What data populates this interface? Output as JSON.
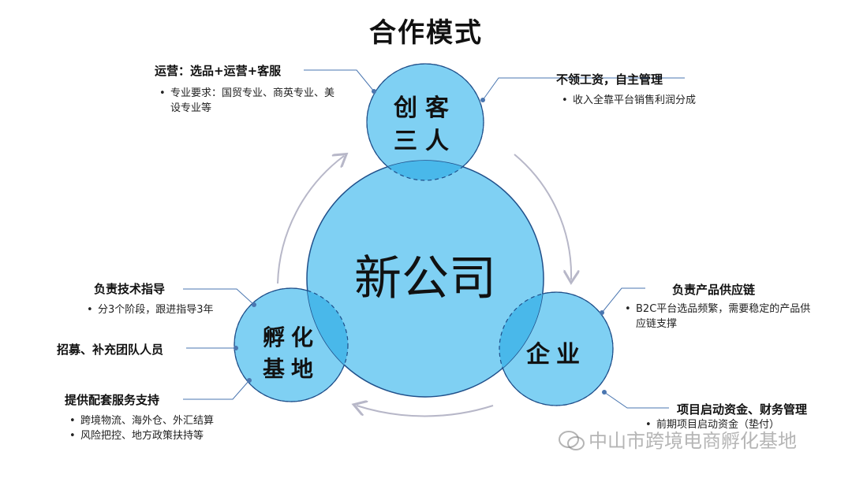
{
  "title": "合作模式",
  "nodes": {
    "center": "新公司",
    "top_line1": "创客",
    "top_line2": "三人",
    "left_line1": "孵化",
    "left_line2": "基地",
    "right": "企业"
  },
  "callouts": {
    "ops": {
      "head": "运营：选品+运营+客服",
      "items": [
        "专业要求：国贸专业、商英专业、美设专业等"
      ]
    },
    "salary": {
      "head": "不领工资，自主管理",
      "items": [
        "收入全靠平台销售利润分成"
      ]
    },
    "tech": {
      "head": "负责技术指导",
      "items": [
        "分3个阶段，跟进指导3年"
      ]
    },
    "recruit": {
      "head": "招募、补充团队人员",
      "items": []
    },
    "service": {
      "head": "提供配套服务支持",
      "items": [
        "跨境物流、海外仓、外汇结算",
        "风险把控、地方政策扶持等"
      ]
    },
    "supply": {
      "head": "负责产品供应链",
      "items": [
        "B2C平台选品频繁，需要稳定的产品供应链支撑"
      ]
    },
    "capital": {
      "head": "项目启动资金、财务管理",
      "items": [
        "前期项目启动资金（垫付）"
      ]
    }
  },
  "watermark": "中山市跨境电商孵化基地",
  "colors": {
    "circle_fill": "#7fd0f3",
    "circle_overlap": "#49b8ea",
    "circle_stroke": "#1f4f8a",
    "connector": "#4a76b0",
    "arrow": "#b7b7c8"
  }
}
